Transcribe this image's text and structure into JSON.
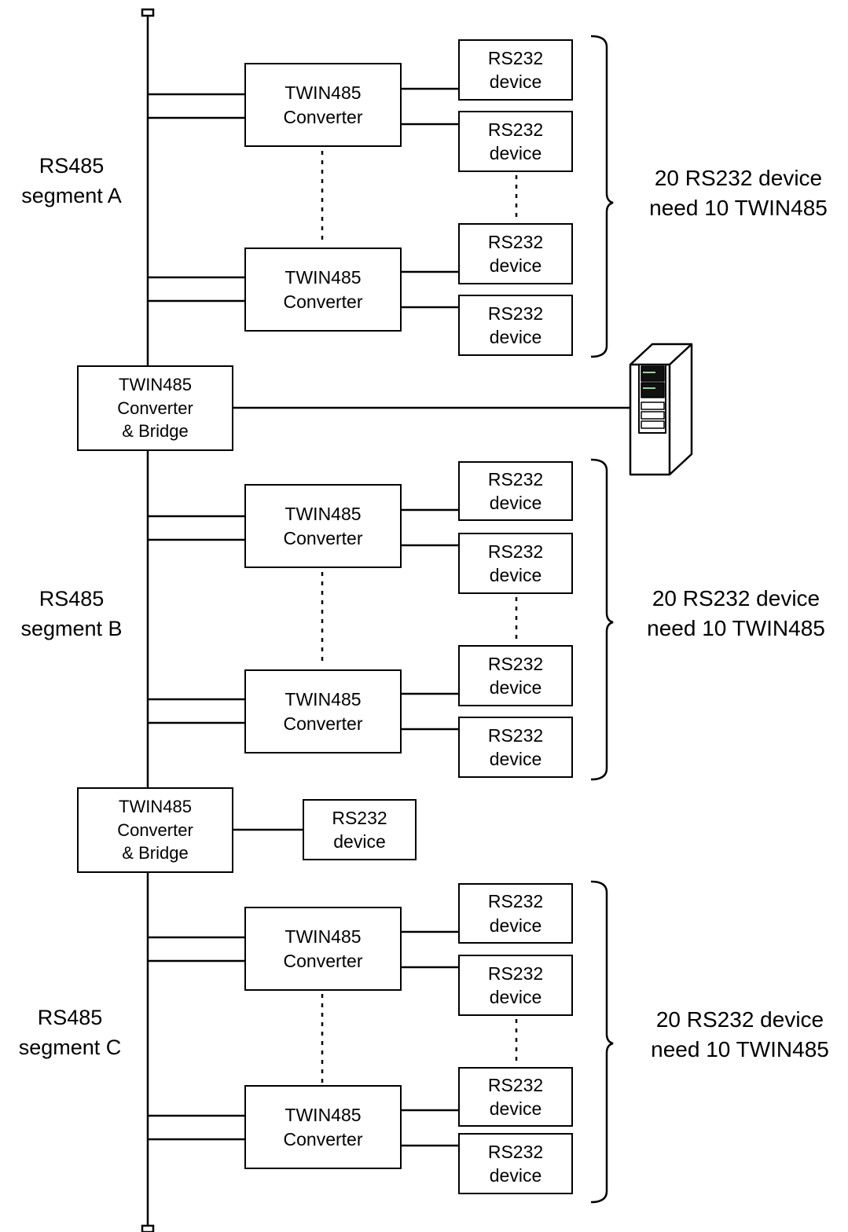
{
  "segments": [
    {
      "label": [
        "RS485",
        "segment A"
      ],
      "note": [
        "20 RS232 device",
        "need 10 TWIN485"
      ],
      "converters": [
        [
          "TWIN485",
          "Converter"
        ],
        [
          "TWIN485",
          "Converter"
        ]
      ],
      "devices": [
        [
          "RS232",
          "device"
        ],
        [
          "RS232",
          "device"
        ],
        [
          "RS232",
          "device"
        ],
        [
          "RS232",
          "device"
        ]
      ]
    },
    {
      "label": [
        "RS485",
        "segment B"
      ],
      "note": [
        "20 RS232 device",
        "need 10 TWIN485"
      ],
      "converters": [
        [
          "TWIN485",
          "Converter"
        ],
        [
          "TWIN485",
          "Converter"
        ]
      ],
      "devices": [
        [
          "RS232",
          "device"
        ],
        [
          "RS232",
          "device"
        ],
        [
          "RS232",
          "device"
        ],
        [
          "RS232",
          "device"
        ]
      ]
    },
    {
      "label": [
        "RS485",
        "segment C"
      ],
      "note": [
        "20 RS232 device",
        "need 10 TWIN485"
      ],
      "converters": [
        [
          "TWIN485",
          "Converter"
        ],
        [
          "TWIN485",
          "Converter"
        ]
      ],
      "devices": [
        [
          "RS232",
          "device"
        ],
        [
          "RS232",
          "device"
        ],
        [
          "RS232",
          "device"
        ],
        [
          "RS232",
          "device"
        ]
      ]
    }
  ],
  "bridges": [
    [
      "TWIN485",
      "Converter",
      "& Bridge"
    ],
    [
      "TWIN485",
      "Converter",
      "& Bridge"
    ]
  ],
  "bridge_device": [
    "RS232",
    "device"
  ],
  "icons": {
    "pc": "computer-tower-icon"
  },
  "colors": {
    "line": "#000000",
    "background": "#ffffff"
  }
}
